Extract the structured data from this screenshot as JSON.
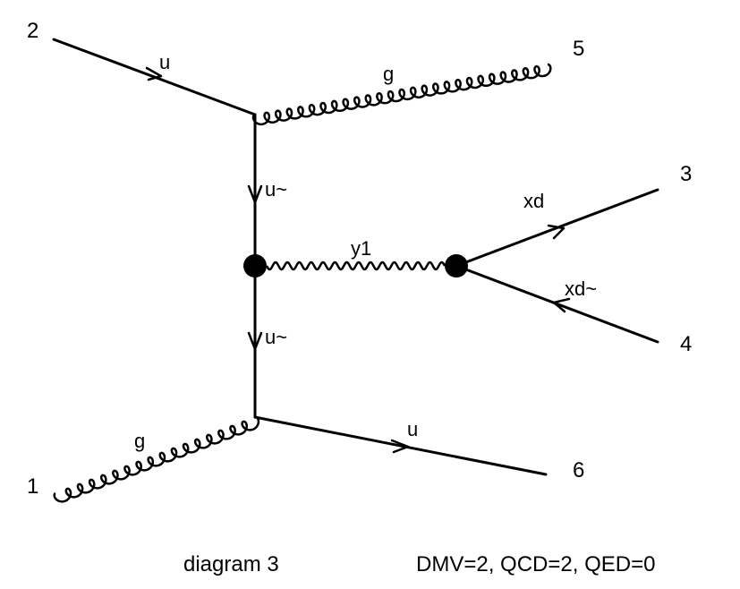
{
  "diagram": {
    "particles": {
      "u_in": "u",
      "g_out": "g",
      "u_tilde_upper": "u~",
      "u_tilde_lower": "u~",
      "y1": "y1",
      "xd": "xd",
      "xd_tilde": "xd~",
      "g_in": "g",
      "u_out": "u"
    },
    "external_legs": {
      "leg1": "1",
      "leg2": "2",
      "leg3": "3",
      "leg4": "4",
      "leg5": "5",
      "leg6": "6"
    },
    "caption": "diagram 3",
    "couplings": "DMV=2, QCD=2, QED=0"
  }
}
